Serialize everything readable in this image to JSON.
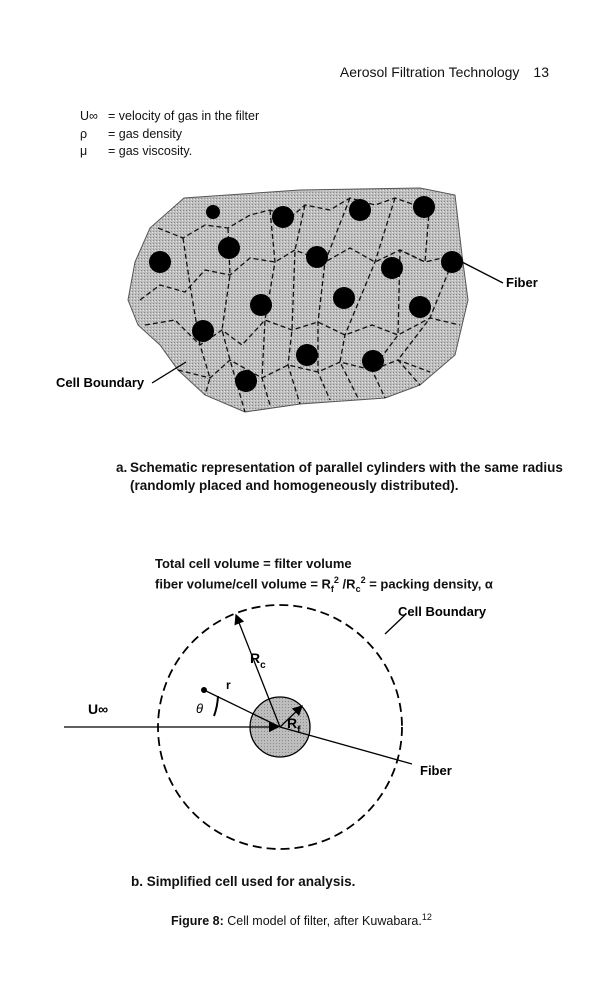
{
  "header": {
    "title": "Aerosol Filtration Technology",
    "page": "13"
  },
  "variables": [
    {
      "symbol": "U∞",
      "desc": "= velocity of gas in the filter"
    },
    {
      "symbol": "ρ",
      "desc": "= gas density"
    },
    {
      "symbol": "μ",
      "desc": "= gas viscosity."
    }
  ],
  "figure_a": {
    "label_fiber": "Fiber",
    "label_cell_boundary": "Cell Boundary",
    "caption_label": "a.",
    "caption_text": "Schematic representation of parallel cylinders with the same radius (randomly placed and homogeneously distributed)."
  },
  "equations": {
    "line1": "Total cell volume = filter volume",
    "line2_prefix": "fiber volume/cell volume = R",
    "line2_sub_f": "f",
    "line2_sup_1": "2",
    "line2_mid": " /R",
    "line2_sub_c": "c",
    "line2_sup_2": "2",
    "line2_suffix": " = packing density, α"
  },
  "figure_b": {
    "label_cell_boundary": "Cell Boundary",
    "label_rc": "R",
    "label_rc_sub": "c",
    "label_rf": "R",
    "label_rf_sub": "f",
    "label_r": "r",
    "label_theta": "θ",
    "label_u": "U∞",
    "label_fiber": "Fiber",
    "caption_label": "b.",
    "caption_text": "Simplified cell used for analysis."
  },
  "figure_caption": {
    "label": "Figure 8:",
    "text": " Cell model of filter, after Kuwabara.",
    "ref": "12"
  }
}
